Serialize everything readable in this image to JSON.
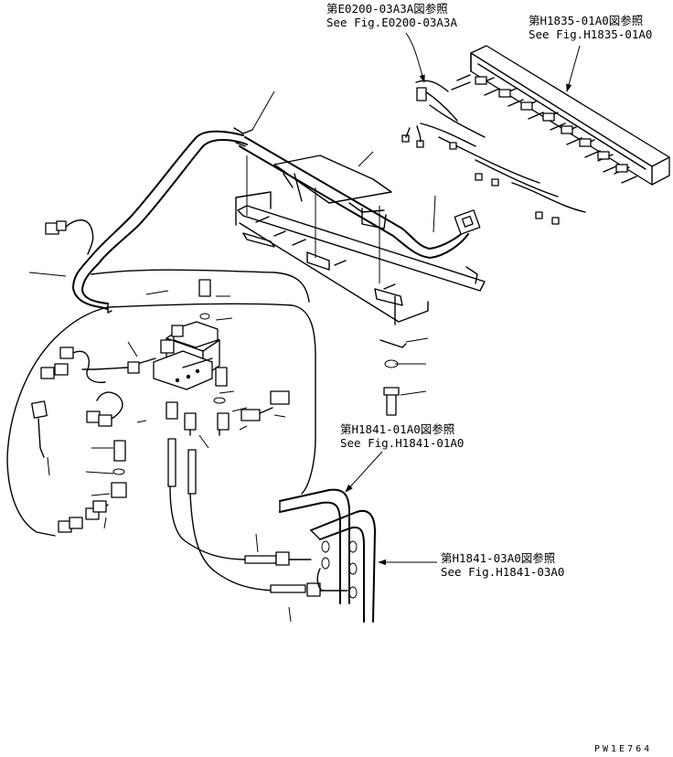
{
  "references": [
    {
      "line1": "第E0200-03A3A図参照",
      "line2": "See Fig.E0200-03A3A"
    },
    {
      "line1": "第H1835-01A0図参照",
      "line2": "See Fig.H1835-01A0"
    },
    {
      "line1": "第H1841-01A0図参照",
      "line2": "See Fig.H1841-01A0"
    },
    {
      "line1": "第H1841-03A0図参照",
      "line2": "See Fig.H1841-03A0"
    }
  ],
  "drawing_code": "PW1E764"
}
